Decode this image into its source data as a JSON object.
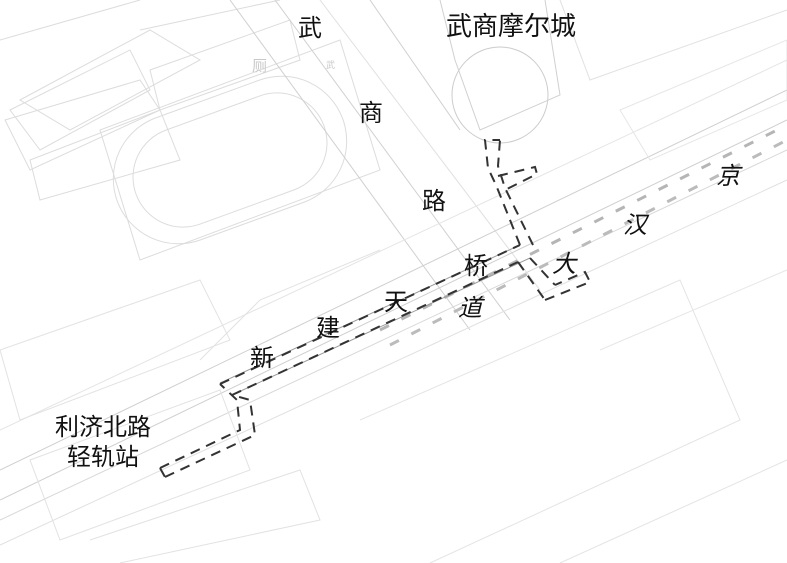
{
  "colors": {
    "background": "#ffffff",
    "base_lines": "#d6d6d6",
    "base_lines_light": "#e6e6e6",
    "tunnel": "#333333",
    "label": "#111111",
    "faint_label": "#c9c9c9"
  },
  "labels": {
    "mall": "武商摩尔城",
    "wushang_road": [
      "武",
      "商",
      "路"
    ],
    "new_overpass": [
      "新",
      "建",
      "天",
      "桥"
    ],
    "jinghan_avenue": [
      "道",
      "大",
      "汉",
      "京"
    ],
    "station_line1": "利济北路",
    "station_line2": "轻轨站",
    "faint_toilet": "厕",
    "faint_wu": "武"
  }
}
